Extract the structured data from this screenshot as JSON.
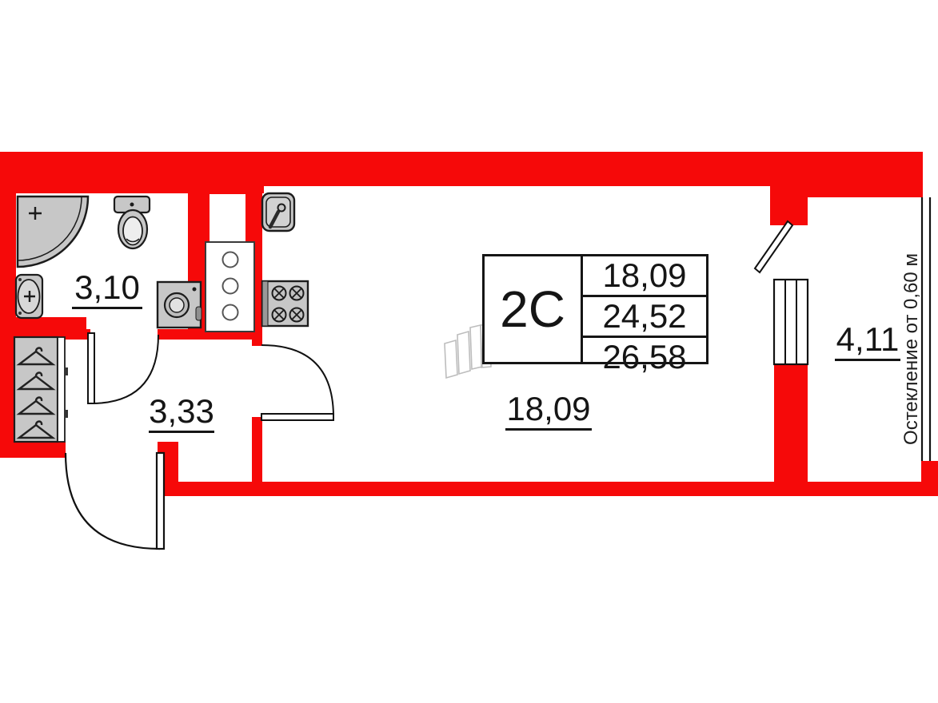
{
  "colors": {
    "wall": "#f60909",
    "outline": "#1c1c1c",
    "fixture": "#c7c7c7",
    "sketch": "#bdbdbd"
  },
  "unit_card": {
    "unit": "2С",
    "values": [
      "18,09",
      "24,52",
      "26,58"
    ]
  },
  "rooms": {
    "bathroom": {
      "area": "3,10"
    },
    "hallway": {
      "area": "3,33"
    },
    "living": {
      "area": "18,09"
    },
    "balcony": {
      "area": "4,11"
    }
  },
  "notes": {
    "glazing": "Остекление от 0,60 м"
  },
  "fixtures": [
    "shower-tray",
    "toilet",
    "wash-basin",
    "washing-machine",
    "wardrobe-hangers",
    "utility-shaft",
    "kitchen-sink",
    "stove",
    "bathroom-door",
    "living-room-door",
    "entrance-door",
    "balcony-door",
    "window",
    "balcony-glazing",
    "furniture-sketch"
  ]
}
